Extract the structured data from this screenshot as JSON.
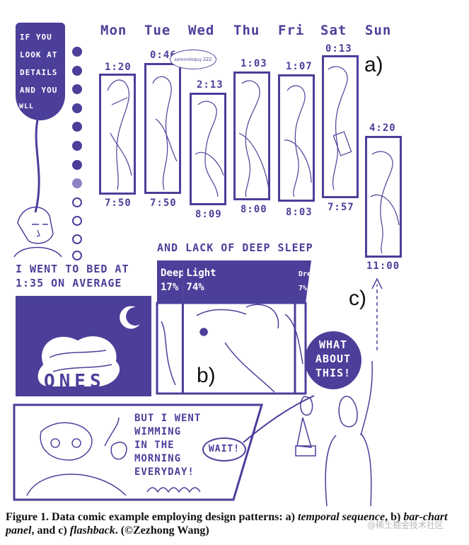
{
  "bubble_top": {
    "lines": [
      "IF YOU",
      "LOOK AT",
      "DETAILS",
      "AND YOU",
      "WLL SEE..."
    ]
  },
  "days": [
    "Mon",
    "Tue",
    "Wed",
    "Thu",
    "Fri",
    "Sat",
    "Sun"
  ],
  "bedtimes": [
    "1:20",
    "0:46",
    "2:13",
    "1:03",
    "1:07",
    "0:13",
    "4:20"
  ],
  "waketimes": [
    "7:50",
    "7:50",
    "8:09",
    "8:00",
    "8:03",
    "7:57",
    "11:00"
  ],
  "thought_bubble": "somnniloquy ZZZ",
  "tags": {
    "a": "a)",
    "b": "b)",
    "c": "c)"
  },
  "bed_text": [
    "I WENT TO BED AT",
    "1:35 ON AVERAGE"
  ],
  "lack_text": "AND LACK OF DEEP SLEEP",
  "chart_data": {
    "type": "bar",
    "categories": [
      "Deep",
      "Light",
      "Dream"
    ],
    "values": [
      17,
      74,
      7
    ],
    "unit": "%",
    "labels": [
      "17%",
      "74%",
      "7%"
    ]
  },
  "what_about": [
    "WHAT",
    "ABOUT",
    "THIS!"
  ],
  "swim_text": [
    "BUT I WENT",
    "WIMMING",
    "IN THE",
    "MORNING",
    "EVERYDAY!"
  ],
  "wait_text": "WAIT!",
  "pillow_text": "ONES",
  "caption": {
    "prefix": "Figure 1.  Data comic example employing design patterns: a) ",
    "italic1": "temporal sequence",
    "mid1": ", b) ",
    "italic2": "bar-chart panel",
    "mid2": ", and c) ",
    "italic3": "flashback",
    "suffix": ". (©Zezhong Wang)"
  },
  "watermark": "@稀土掘金技术社区",
  "colors": {
    "ink": "#4b3f9a",
    "paper": "#ffffff",
    "caption": "#111111"
  }
}
